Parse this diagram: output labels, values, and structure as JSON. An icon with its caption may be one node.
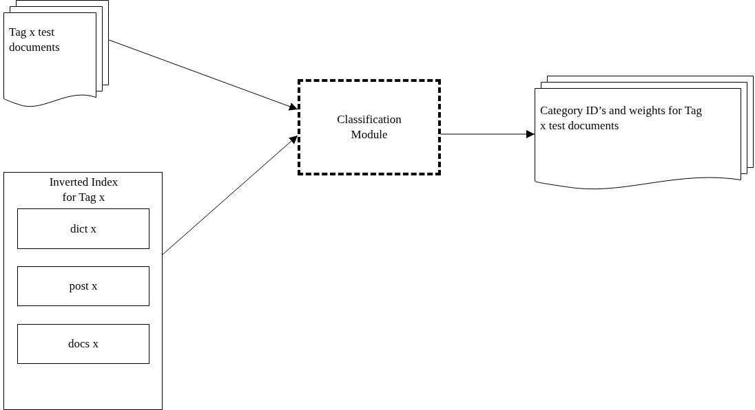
{
  "diagram": {
    "nodes": [
      {
        "text": [
          "Tag x test documents"
        ]
      },
      {
        "text": [
          "Inverted Index for Tag x"
        ]
      },
      {
        "text": [
          "dict x"
        ],
        "in": 1
      },
      {
        "text": [
          "post x"
        ],
        "in": 1
      },
      {
        "text": [
          "docs x"
        ],
        "in": 1
      },
      {
        "text": [
          "Classification Module"
        ]
      },
      {
        "text": [
          "Category ID’s and weights for Tag x test documents"
        ]
      }
    ],
    "edges": [
      {
        "from": 0,
        "to": 5,
        "arrow": "to"
      },
      {
        "from": 1,
        "to": 5,
        "arrow": "to"
      },
      {
        "from": 5,
        "to": 6,
        "arrow": "to"
      }
    ]
  }
}
